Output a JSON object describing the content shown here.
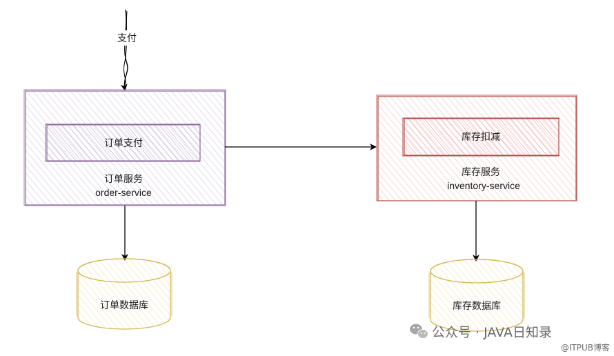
{
  "diagram": {
    "input_label": "支付",
    "order_service": {
      "inner_label": "订单支付",
      "title_cn": "订单服务",
      "title_en": "order-service"
    },
    "inventory_service": {
      "inner_label": "库存扣减",
      "title_cn": "库存服务",
      "title_en": "inventory-service"
    },
    "order_db": {
      "label": "订单数据库"
    },
    "inventory_db": {
      "label": "库存数据库"
    }
  },
  "colors": {
    "order_stroke": "#9673a6",
    "order_fill": "#e1d5e7",
    "inventory_stroke": "#b85450",
    "inventory_fill": "#f8cecc",
    "db_stroke": "#d6b656",
    "db_fill": "#fff2cc",
    "arrow": "#000000"
  },
  "watermark": {
    "channel": "公众号 · JAVA日知录",
    "site": "@ITPUB博客"
  }
}
